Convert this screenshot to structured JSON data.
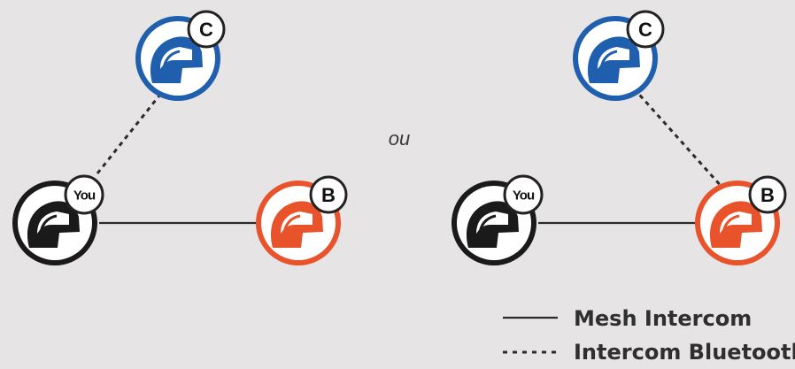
{
  "separator": "ou",
  "colors": {
    "you": "#1a1a1a",
    "b": "#e8532b",
    "c": "#1f5fae",
    "badge_outline": "#222222",
    "link": "#2b2b2b"
  },
  "nodes": {
    "you": {
      "badge": "You"
    },
    "b": {
      "badge": "B"
    },
    "c": {
      "badge": "C"
    }
  },
  "legend": {
    "solid": "Mesh Intercom",
    "dashed": "Intercom Bluetooth"
  }
}
